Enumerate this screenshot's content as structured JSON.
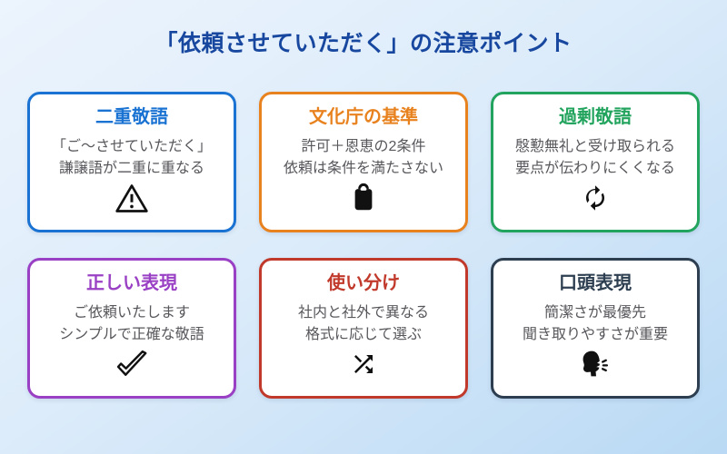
{
  "header": {
    "title": "「依頼させていただく」の注意ポイント",
    "color": "#17479e"
  },
  "background": {
    "gradient_start": "#ecf4fd",
    "gradient_end": "#b9d9f4"
  },
  "cards": [
    {
      "title": "二重敬語",
      "line1": "「ご〜させていただく」",
      "line2": "謙譲語が二重に重なる",
      "accent": "#1a73d2",
      "icon": "warning-triangle-icon"
    },
    {
      "title": "文化庁の基準",
      "line1": "許可＋恩恵の2条件",
      "line2": "依頼は条件を満たさない",
      "accent": "#e8821f",
      "icon": "clipboard-icon"
    },
    {
      "title": "過剰敬語",
      "line1": "慇懃無礼と受け取られる",
      "line2": "要点が伝わりにくくなる",
      "accent": "#23a45e",
      "icon": "cycle-arrows-icon"
    },
    {
      "title": "正しい表現",
      "line1": "ご依頼いたします",
      "line2": "シンプルで正確な敬語",
      "accent": "#9940c4",
      "icon": "checkmark-icon"
    },
    {
      "title": "使い分け",
      "line1": "社内と社外で異なる",
      "line2": "格式に応じて選ぶ",
      "accent": "#c0392b",
      "icon": "shuffle-icon"
    },
    {
      "title": "口頭表現",
      "line1": "簡潔さが最優先",
      "line2": "聞き取りやすさが重要",
      "accent": "#2c3e50",
      "icon": "speaking-head-icon"
    }
  ]
}
